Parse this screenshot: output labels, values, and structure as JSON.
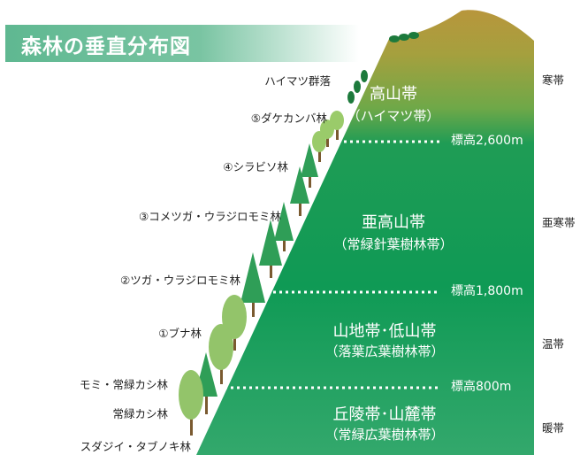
{
  "title": "森林の垂直分布図",
  "forest_types": [
    "ハイマツ群落",
    "⑤ダケカンバ林",
    "④シラビソ林",
    "③コメツガ・ウラジロモミ林",
    "②ツガ・ウラジロモミ林",
    "①ブナ林",
    "モミ・常緑カシ林",
    "常緑カシ林",
    "スダジイ・タブノキ林"
  ],
  "zones": [
    {
      "name": "高山帯",
      "sub": "（ハイマツ帯）"
    },
    {
      "name": "亜高山帯",
      "sub": "（常緑針葉樹林帯）"
    },
    {
      "name": "山地帯･低山帯",
      "sub": "（落葉広葉樹林帯）"
    },
    {
      "name": "丘陵帯･山麓帯",
      "sub": "（常緑広葉樹林帯）"
    }
  ],
  "elevations": [
    "標高2,600m",
    "標高1,800m",
    "標高800m"
  ],
  "climate": [
    "寒帯",
    "亜寒帯",
    "温帯",
    "暖帯"
  ],
  "colors": {
    "title_bg": "#5fb891",
    "alpine_top": "#b49a3c",
    "alpine_bottom": "#3faa58",
    "forest_green": "#0f9a55",
    "lower_green": "#2fa86a",
    "conifer": "#2f9e57",
    "broadleaf": "#93c46a"
  }
}
